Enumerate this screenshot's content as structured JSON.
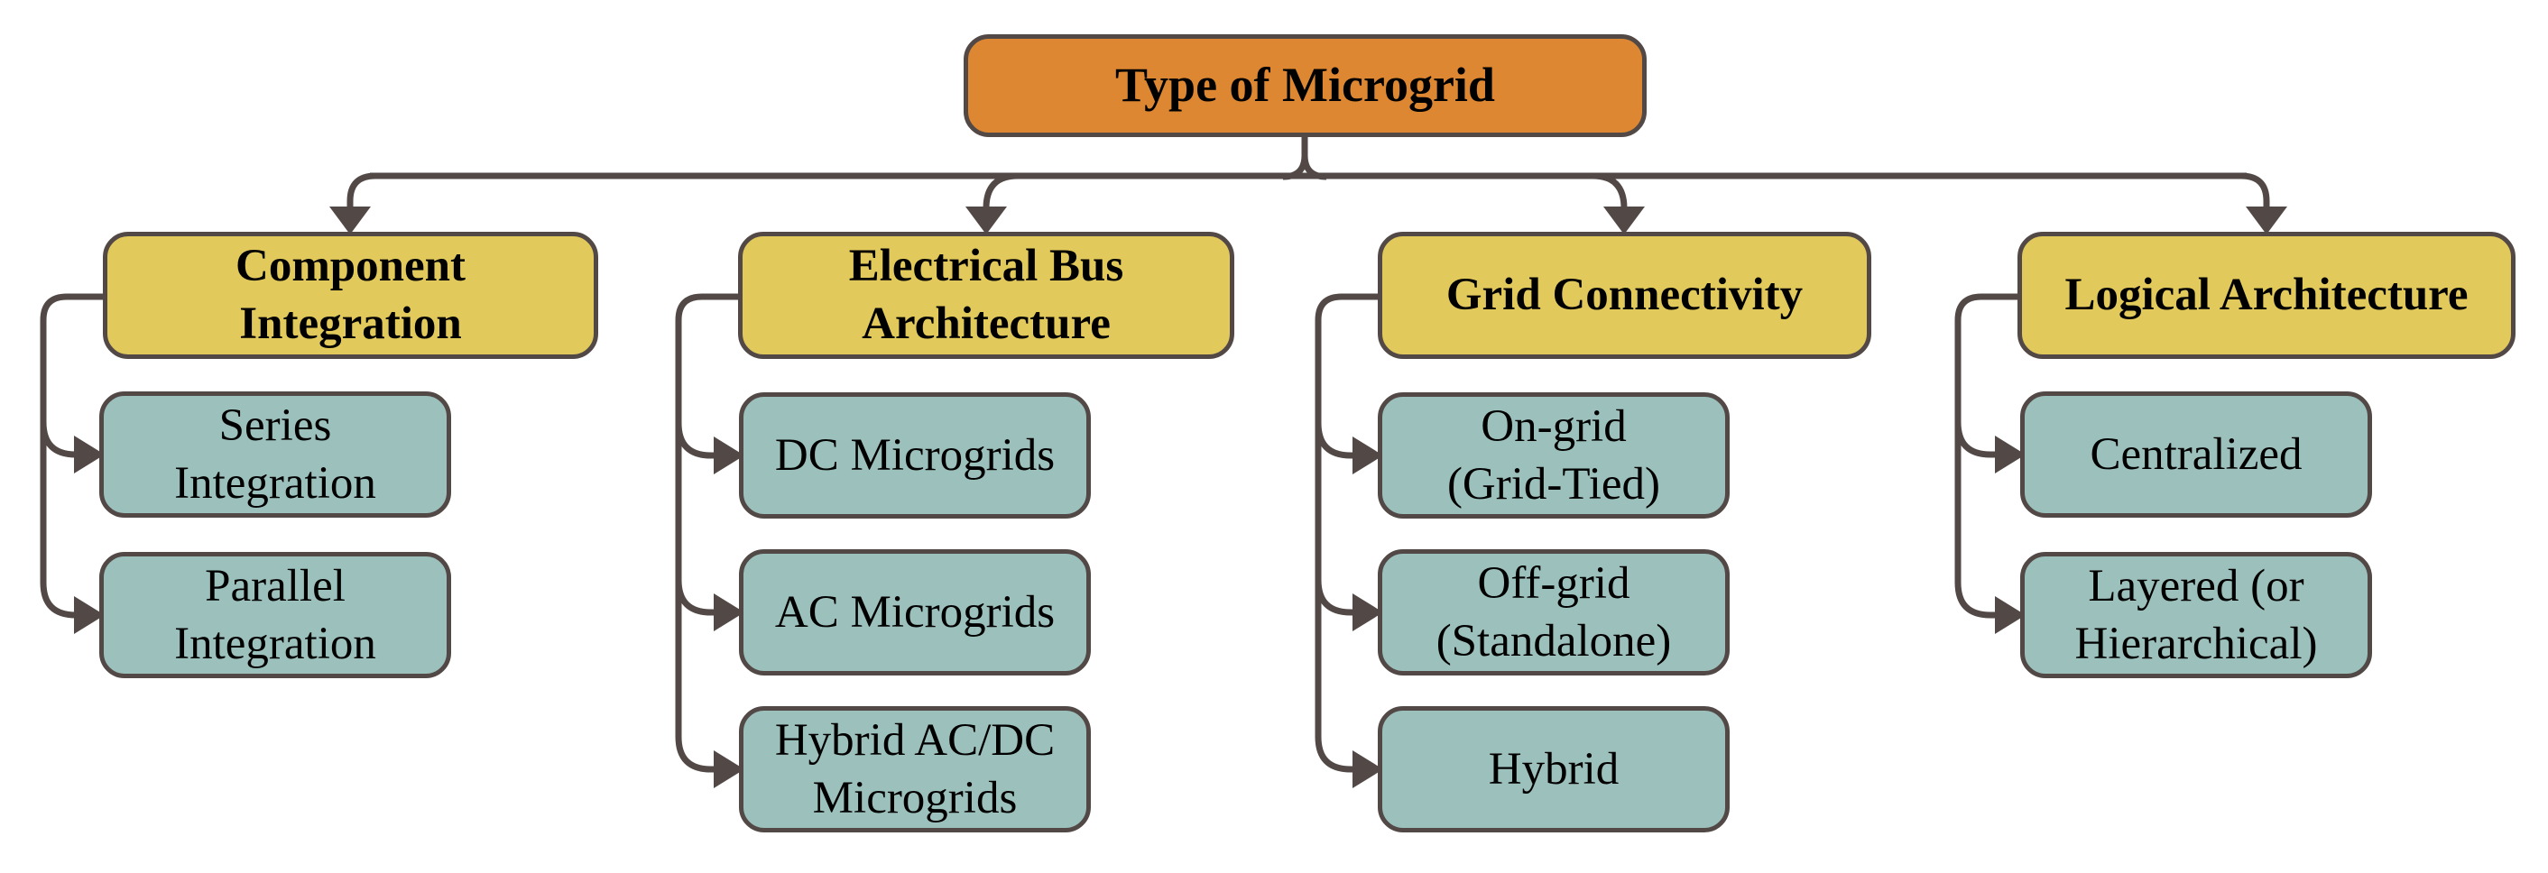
{
  "title": "Type of Microgrid",
  "colors": {
    "root_fill": "#DD8732",
    "category_fill": "#E2C95C",
    "item_fill": "#9CC0BC",
    "border": "#524947",
    "connector": "#524947",
    "text": "#000000",
    "background": "#FFFFFF"
  },
  "columns": [
    {
      "header": "Component\nIntegration",
      "items": [
        "Series\nIntegration",
        "Parallel\nIntegration"
      ]
    },
    {
      "header": "Electrical Bus\nArchitecture",
      "items": [
        "DC Microgrids",
        "AC Microgrids",
        "Hybrid AC/DC\nMicrogrids"
      ]
    },
    {
      "header": "Grid Connectivity",
      "items": [
        "On-grid\n(Grid-Tied)",
        "Off-grid\n(Standalone)",
        "Hybrid"
      ]
    },
    {
      "header": "Logical Architecture",
      "items": [
        "Centralized",
        "Layered (or\nHierarchical)"
      ]
    }
  ]
}
